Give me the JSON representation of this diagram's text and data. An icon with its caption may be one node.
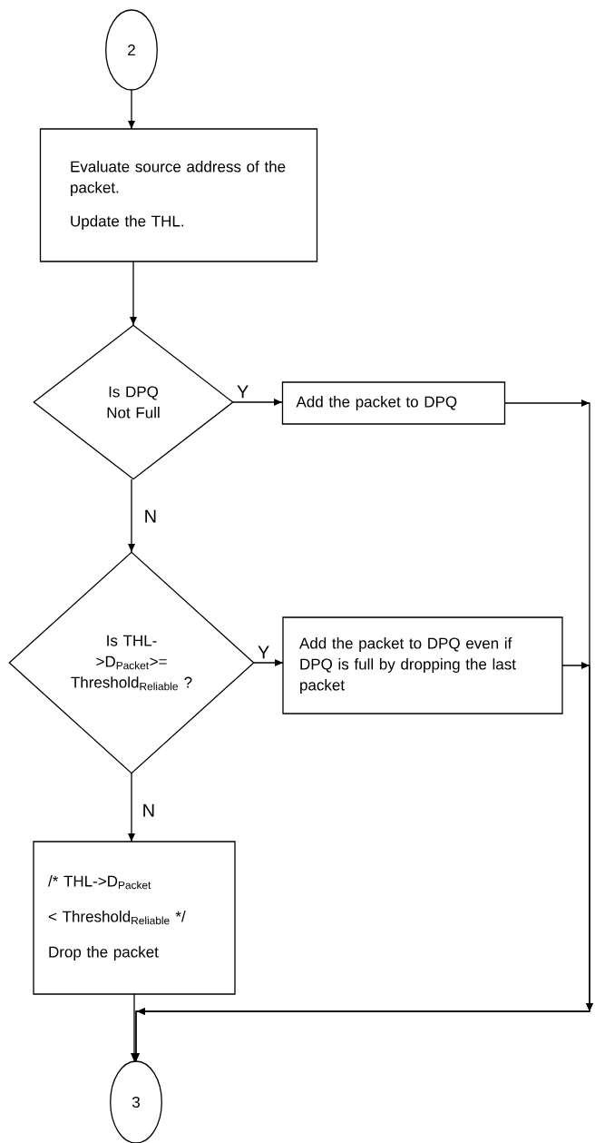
{
  "diagram": {
    "nodes": [
      {
        "text": [
          "2"
        ]
      },
      {
        "text": [
          "Evaluate source address of the packet.",
          "Update the THL."
        ]
      },
      {
        "text": [
          "Is DPQ Not Full"
        ]
      },
      {
        "text": [
          "Add the packet to DPQ"
        ]
      },
      {
        "text": [
          "Is THL->D$_{Packet}$>= Threshold$_{Reliable}$ ?"
        ]
      },
      {
        "text": [
          "Add the packet to DPQ even if DPQ is full by dropping the last packet"
        ]
      },
      {
        "text": [
          "/* THL->D$_{Packet}$",
          "< Threshold$_{Reliable}$ */",
          "Drop the packet"
        ]
      },
      {
        "text": [
          "3"
        ]
      }
    ],
    "edges": [
      {
        "from": 0,
        "to": 1,
        "arrow": "to"
      },
      {
        "from": 1,
        "to": 2,
        "arrow": "to"
      },
      {
        "from": 2,
        "to": 3,
        "arrow": "to",
        "label": "Y"
      },
      {
        "from": 2,
        "to": 4,
        "arrow": "to",
        "label": "N"
      },
      {
        "from": 4,
        "to": 5,
        "arrow": "to",
        "label": "Y"
      },
      {
        "from": 4,
        "to": 6,
        "arrow": "to",
        "label": "N"
      },
      {
        "from": 3,
        "to": 7,
        "arrow": "to"
      },
      {
        "from": 5,
        "to": 7,
        "arrow": "to"
      },
      {
        "from": 6,
        "to": 7,
        "arrow": "to"
      }
    ]
  }
}
